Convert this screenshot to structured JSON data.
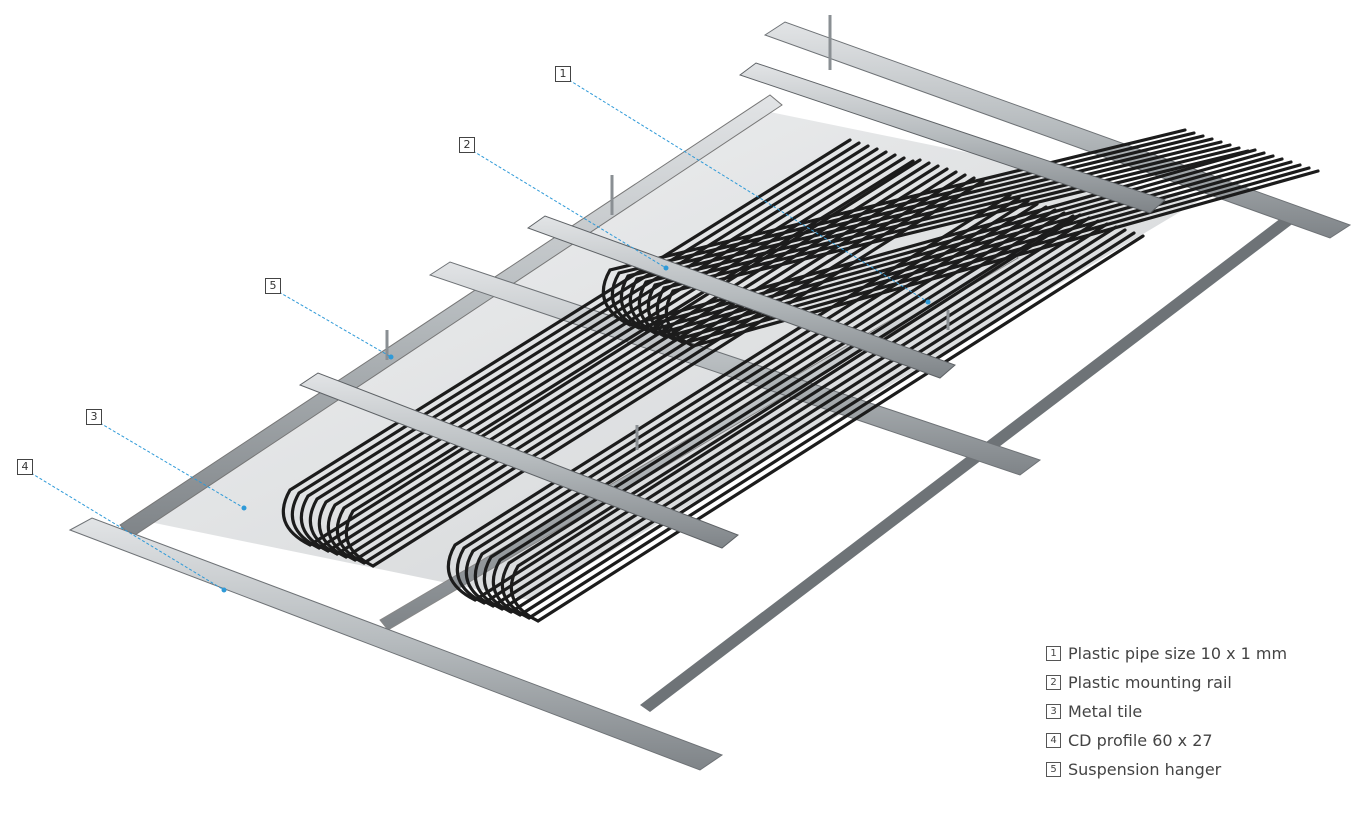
{
  "callouts": [
    {
      "num": "1",
      "text": "Plastic pipe size 10 x 1 mm"
    },
    {
      "num": "2",
      "text": "Plastic mounting rail"
    },
    {
      "num": "3",
      "text": "Metal tile"
    },
    {
      "num": "4",
      "text": "CD profile 60 x 27"
    },
    {
      "num": "5",
      "text": "Suspension hanger"
    }
  ],
  "colors": {
    "leader": "#2f9ad8",
    "steel": "#b9bdc0",
    "steel_dark": "#8b9094",
    "pipe": "#1e1e1e",
    "tile": "#e3e5e6"
  }
}
